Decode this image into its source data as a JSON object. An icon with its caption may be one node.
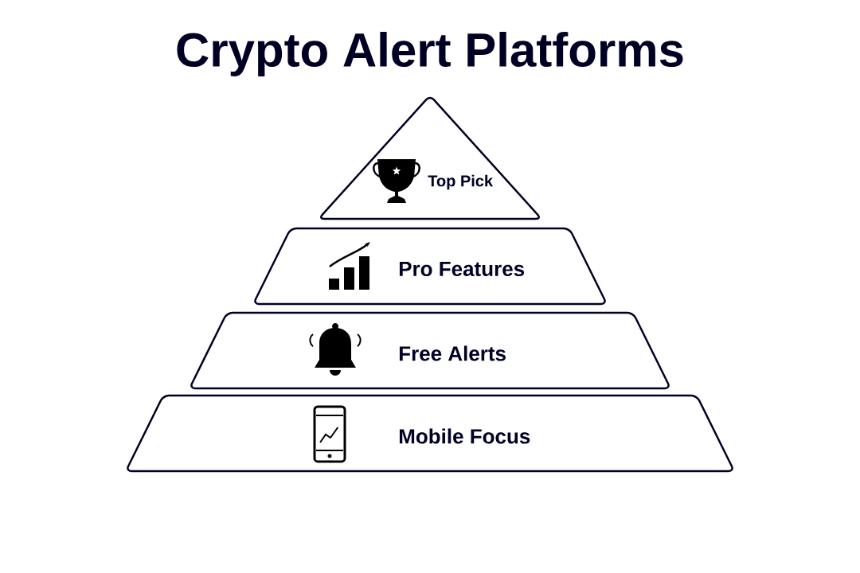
{
  "diagram": {
    "title": "Crypto Alert Platforms",
    "nodes": [
      {
        "text": [
          "Top Pick"
        ]
      },
      {
        "text": [
          "Pro Features"
        ]
      },
      {
        "text": [
          "Free Alerts"
        ]
      },
      {
        "text": [
          "Mobile Focus"
        ]
      }
    ]
  }
}
